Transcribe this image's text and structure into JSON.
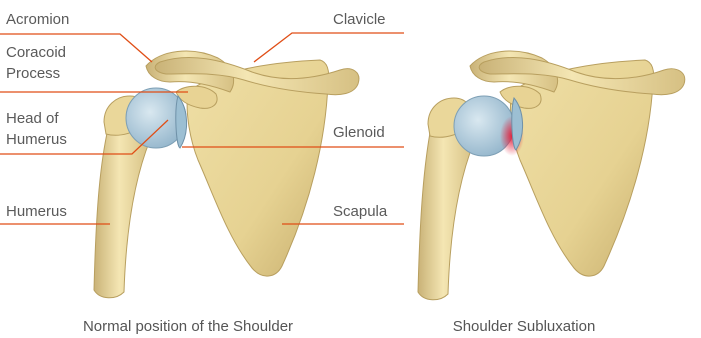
{
  "labels": {
    "acromion": "Acromion",
    "coracoid_line1": "Coracoid",
    "coracoid_line2": "Process",
    "head_line1": "Head of",
    "head_line2": "Humerus",
    "humerus": "Humerus",
    "clavicle": "Clavicle",
    "glenoid": "Glenoid",
    "scapula": "Scapula"
  },
  "captions": {
    "left": "Normal position of the Shoulder",
    "right": "Shoulder Subluxation"
  },
  "colors": {
    "leader_line": "#e04e16",
    "bone": "#efdc9e",
    "bone_shadow": "#c9b277",
    "cartilage": "#a9c8dc",
    "inflammation": "#d1223a"
  }
}
